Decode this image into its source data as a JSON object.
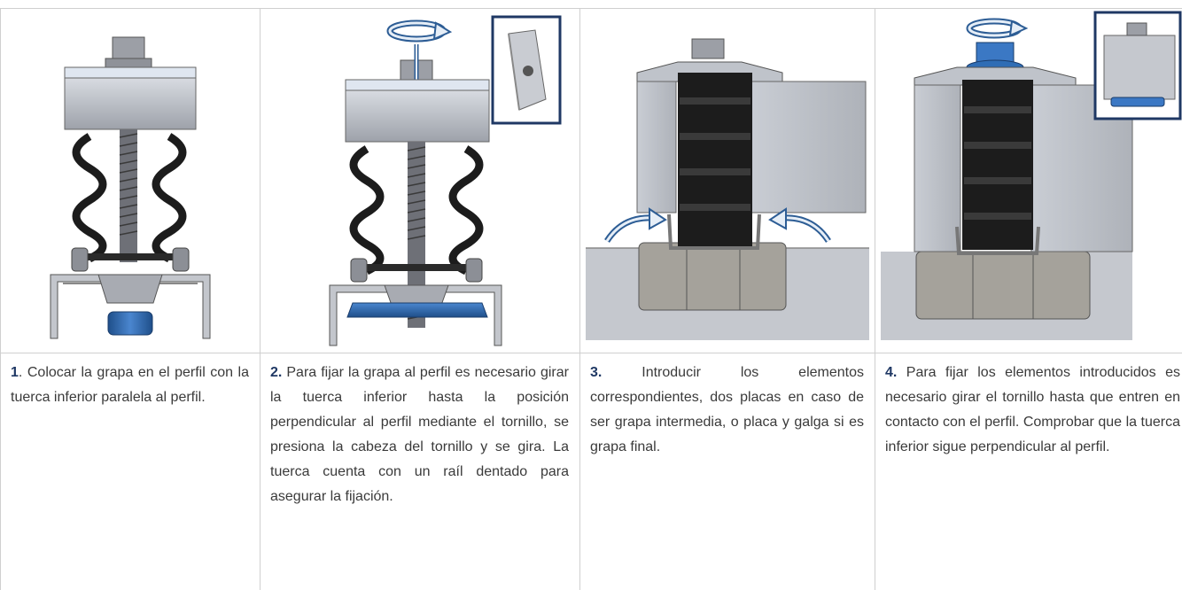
{
  "steps": [
    {
      "number": "1",
      "separator": ". ",
      "text": "Colocar la grapa en el perfil con la tuerca inferior paralela al perfil."
    },
    {
      "number": "2.",
      "separator": " ",
      "text": "Para fijar la grapa al perfil es necesario girar la tuerca inferior hasta la posición perpendicular al perfil mediante el tornillo, se presiona la cabeza del tornillo y se gira. La tuerca cuenta con un raíl dentado para asegurar la fijación."
    },
    {
      "number": "3.",
      "separator": " ",
      "text": "Introducir los elementos correspondientes, dos placas en caso de ser grapa intermedia, o placa y galga si es grapa final."
    },
    {
      "number": "4.",
      "separator": " ",
      "text": "Para fijar los elementos introducidos es necesario girar el tornillo hasta que entren en contacto con el perfil. Comprobar que la tuerca inferior sigue perpendicular al perfil."
    }
  ],
  "colors": {
    "step_number": "#1f3864",
    "text": "#3a3a3a",
    "border": "#cfcfcf",
    "nut_blue": "#2f6db5",
    "inset_frame": "#1f3864",
    "metal": "#b9bcc3",
    "rubber": "#1c1c1c"
  }
}
